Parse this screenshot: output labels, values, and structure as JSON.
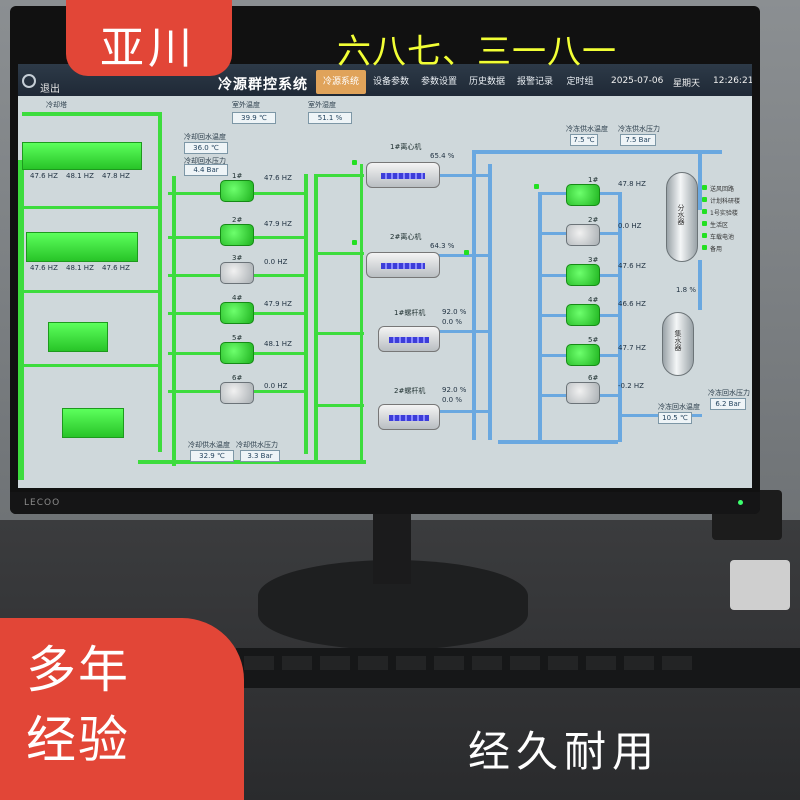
{
  "overlay": {
    "brand": "亚川",
    "phone": "六八七、三一八一",
    "experience_line1": "多年",
    "experience_line2": "经验",
    "durable": "经久耐用"
  },
  "monitor": {
    "brand": "LECOO"
  },
  "screen": {
    "header": {
      "exit_label": "退出",
      "system_title": "冷源群控系统",
      "tabs": [
        {
          "label": "冷源系统",
          "active": true
        },
        {
          "label": "设备参数",
          "active": false
        },
        {
          "label": "参数设置",
          "active": false
        },
        {
          "label": "历史数据",
          "active": false
        },
        {
          "label": "报警记录",
          "active": false
        },
        {
          "label": "定时组",
          "active": false
        }
      ],
      "date": "2025-07-06",
      "weekday": "星期天",
      "time": "12:26:21"
    },
    "cooling_tower": {
      "label": "冷却塔",
      "hz": [
        "47.6 HZ",
        "48.1 HZ",
        "47.8 HZ",
        "47.6 HZ",
        "48.1 HZ",
        "47.6 HZ"
      ]
    },
    "cooling_water": {
      "return_temp_label": "冷却回水温度",
      "return_temp": "36.0 ℃",
      "return_pressure_label": "冷却回水压力",
      "return_pressure": "4.4 Bar",
      "supply_temp_label": "冷却供水温度",
      "supply_temp": "32.9 ℃",
      "supply_pressure_label": "冷却供水压力",
      "supply_pressure": "3.3 Bar"
    },
    "top_readouts": {
      "outdoor_temp_label": "室外温度",
      "outdoor_temp": "39.9 ℃",
      "outdoor_humidity_label": "室外湿度",
      "outdoor_humidity": "51.1 %"
    },
    "cooling_pumps": [
      {
        "name": "1#",
        "hz": "47.6 HZ",
        "on": true
      },
      {
        "name": "2#",
        "hz": "47.9 HZ",
        "on": true
      },
      {
        "name": "3#",
        "hz": "0.0 HZ",
        "on": false
      },
      {
        "name": "4#",
        "hz": "47.9 HZ",
        "on": true
      },
      {
        "name": "5#",
        "hz": "48.1 HZ",
        "on": true
      },
      {
        "name": "6#",
        "hz": "0.0 HZ",
        "on": false
      }
    ],
    "chillers": [
      {
        "name": "1#离心机",
        "load": "65.4 %"
      },
      {
        "name": "2#离心机",
        "load": "64.3 %"
      },
      {
        "name": "1#螺杆机",
        "load": "92.0 %",
        "load2": "0.0 %"
      },
      {
        "name": "2#螺杆机",
        "load": "92.0 %",
        "load2": "0.0 %"
      }
    ],
    "chilled_water": {
      "supply_temp_label": "冷冻供水温度",
      "supply_temp": "7.5 ℃",
      "supply_pressure_label": "冷冻供水压力",
      "supply_pressure": "7.5 Bar",
      "return_temp_label": "冷冻回水温度",
      "return_temp": "10.5 ℃",
      "return_pressure_label": "冷冻回水压力",
      "return_pressure": "6.2 Bar",
      "bypass": "1.8 %"
    },
    "chilled_pumps": [
      {
        "name": "1#",
        "hz": "47.8 HZ",
        "on": true
      },
      {
        "name": "2#",
        "hz": "0.0 HZ",
        "on": false
      },
      {
        "name": "3#",
        "hz": "47.6 HZ",
        "on": true
      },
      {
        "name": "4#",
        "hz": "46.6 HZ",
        "on": true
      },
      {
        "name": "5#",
        "hz": "47.7 HZ",
        "on": true
      },
      {
        "name": "6#",
        "hz": "-0.2 HZ",
        "on": false
      }
    ],
    "supply_header": {
      "label": "分水器",
      "branches": [
        "送风回路",
        "计划科研楼",
        "1号实验楼",
        "生活区",
        "车载电池",
        "备用"
      ]
    },
    "return_header": {
      "label": "集水器"
    }
  },
  "colors": {
    "accent_red": "#e24637",
    "phone_yellow": "#f2ff35",
    "pipe_green": "#3ddc3d",
    "pipe_blue": "#6aa8e0",
    "active_tab": "#e0a35a"
  }
}
